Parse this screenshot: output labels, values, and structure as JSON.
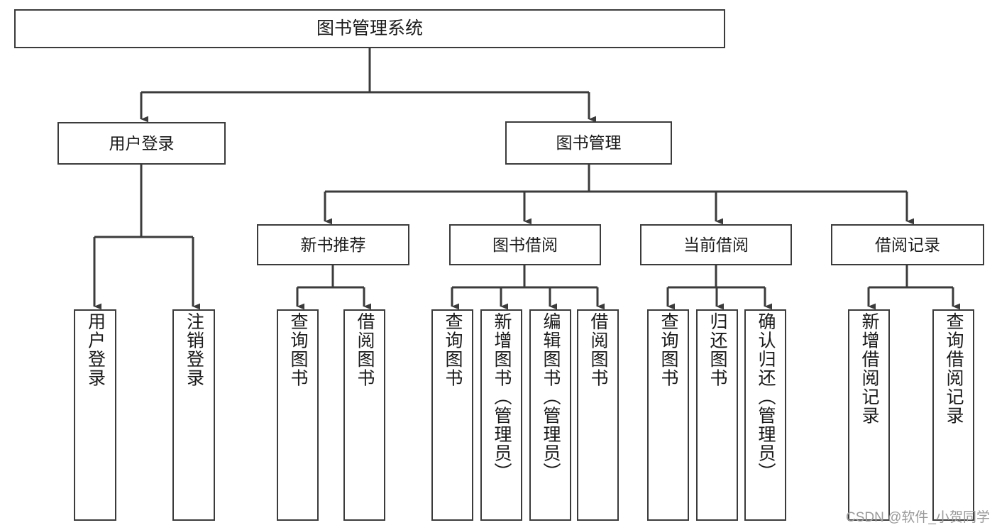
{
  "diagram": {
    "title": "图书管理系统",
    "type": "功能结构图",
    "watermark": "CSDN @软件_小贺同学",
    "colors": {
      "box_border": "#3b3b3b",
      "box_fill": "#ffffff",
      "connector": "#3b3b3b",
      "text": "#1a1a1a",
      "watermark": "#9a9a9a",
      "background": "#ffffff"
    },
    "root": {
      "label": "图书管理系统"
    },
    "level1": [
      {
        "label": "用户登录"
      },
      {
        "label": "图书管理"
      }
    ],
    "level2": [
      {
        "label": "新书推荐"
      },
      {
        "label": "图书借阅"
      },
      {
        "label": "当前借阅"
      },
      {
        "label": "借阅记录"
      }
    ],
    "leaves": {
      "user_login": [
        {
          "label": "用户登录"
        },
        {
          "label": "注销登录"
        }
      ],
      "new_book_recommend": [
        {
          "label": "查询图书"
        },
        {
          "label": "借阅图书"
        }
      ],
      "book_borrow": [
        {
          "label": "查询图书"
        },
        {
          "label": "新增图书（管理员）"
        },
        {
          "label": "编辑图书（管理员）"
        },
        {
          "label": "借阅图书"
        }
      ],
      "current_borrow": [
        {
          "label": "查询图书"
        },
        {
          "label": "归还图书"
        },
        {
          "label": "确认归还（管理员）"
        }
      ],
      "borrow_record": [
        {
          "label": "新增借阅记录"
        },
        {
          "label": "查询借阅记录"
        }
      ]
    }
  }
}
